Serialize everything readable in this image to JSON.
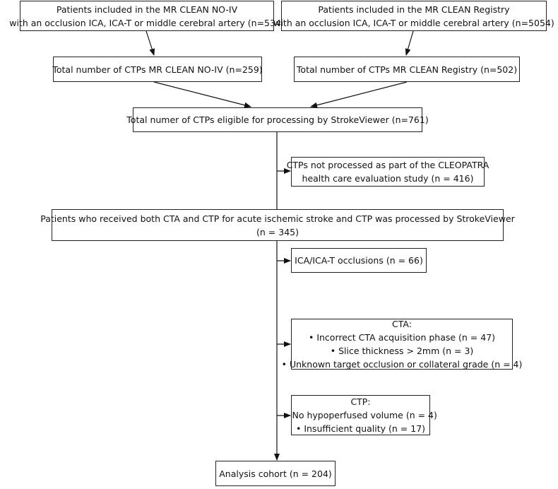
{
  "boxes": {
    "noiv_included": {
      "line1": "Patients included in the MR CLEAN NO-IV",
      "line2": "with an occlusion ICA, ICA-T or middle cerebral artery (n=534)"
    },
    "registry_included": {
      "line1": "Patients included in the MR CLEAN Registry",
      "line2": "with an occlusion ICA, ICA-T or middle cerebral artery (n=5054)"
    },
    "noiv_ctps": "Total number of CTPs MR CLEAN NO-IV (n=259)",
    "registry_ctps": "Total number of CTPs MR CLEAN Registry (n=502)",
    "eligible": "Total numer of CTPs eligible for processing by StrokeViewer (n=761)",
    "not_processed": {
      "line1": "CTPs not processed as part of the CLEOPATRA",
      "line2": "health care evaluation study (n = 416)"
    },
    "processed": {
      "line1": "Patients who received both CTA and CTP for acute ischemic stroke and CTP was processed by StrokeViewer",
      "line2": "(n = 345)"
    },
    "ica_excluded": "ICA/ICA-T occlusions (n = 66)",
    "cta_excluded": {
      "title": "CTA:",
      "items": [
        "Incorrect CTA acquisition phase (n = 47)",
        "Slice thickness > 2mm (n = 3)",
        "Unknown target occlusion or collateral grade (n = 4)"
      ]
    },
    "ctp_excluded": {
      "title": "CTP:",
      "items": [
        "No hypoperfused volume (n = 4)",
        "Insufficient quality (n = 17)"
      ]
    },
    "analysis": "Analysis cohort (n = 204)"
  }
}
